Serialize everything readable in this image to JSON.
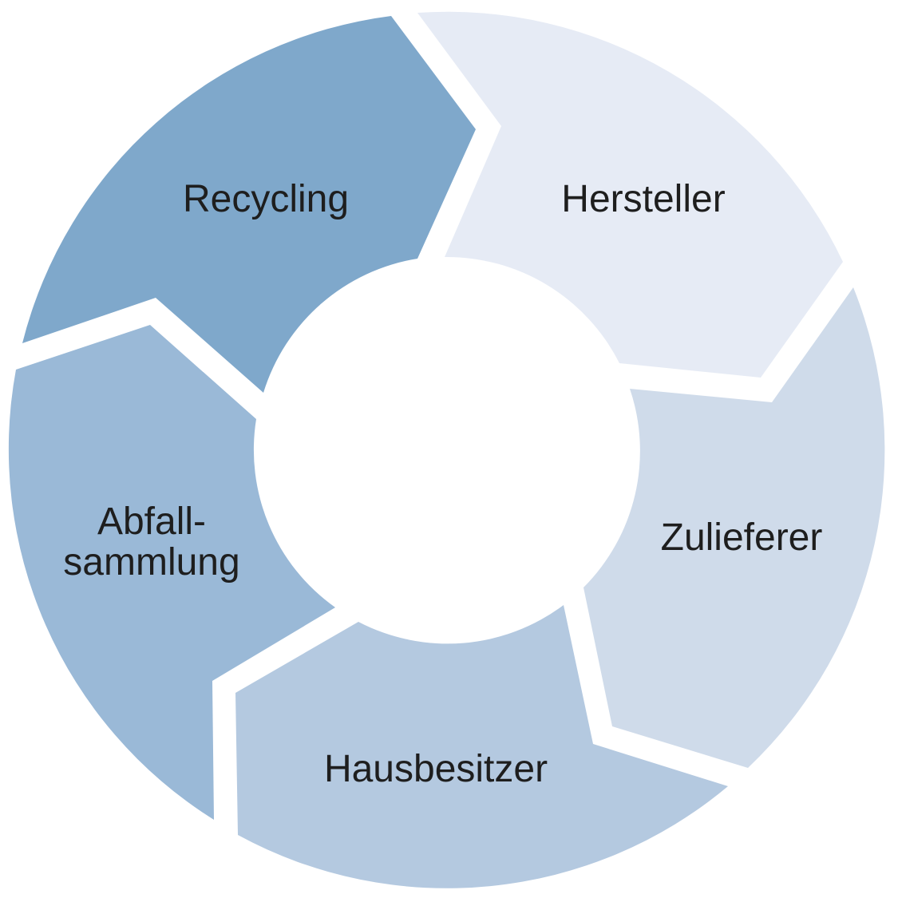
{
  "diagram": {
    "type": "cycle",
    "segments": [
      {
        "id": "recycling",
        "label": "Recycling",
        "color": "#7fa8cb"
      },
      {
        "id": "hersteller",
        "label": "Hersteller",
        "color": "#e6ebf5"
      },
      {
        "id": "zulieferer",
        "label": "Zulieferer",
        "color": "#cfdbea"
      },
      {
        "id": "hausbesitzer",
        "label": "Hausbesitzer",
        "color": "#b4c9e0"
      },
      {
        "id": "abfallsammlung",
        "label_line1": "Abfall-",
        "label_line2": "sammlung",
        "color": "#9ab9d7"
      }
    ]
  }
}
